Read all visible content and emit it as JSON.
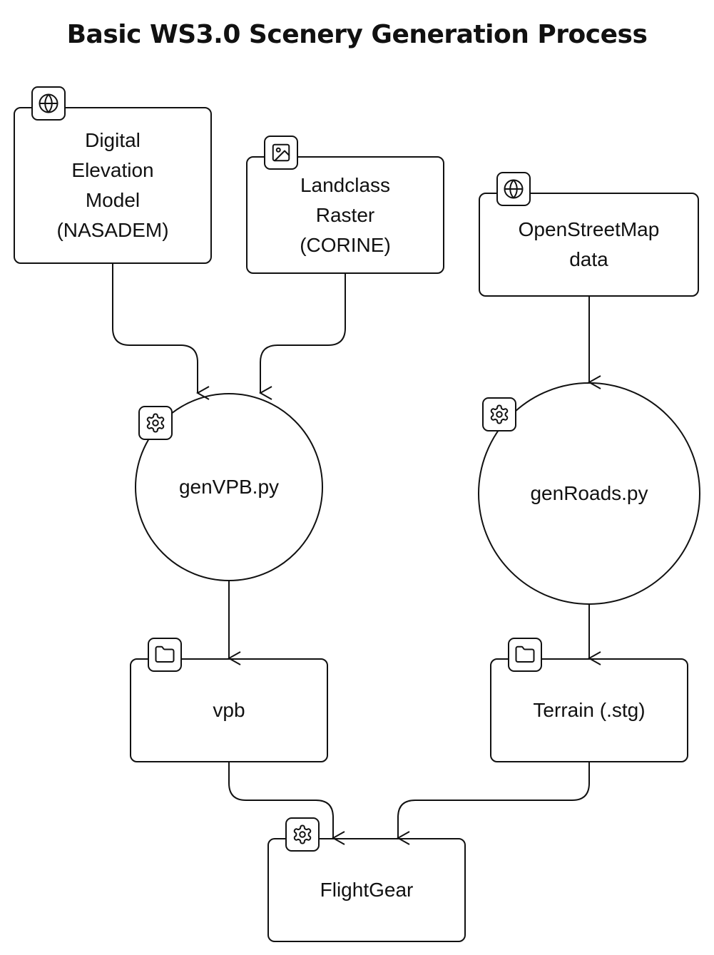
{
  "title": "Basic WS3.0 Scenery Generation Process",
  "nodes": {
    "dem": {
      "label": "Digital\nElevation\nModel\n(NASADEM)",
      "icon": "globe-icon"
    },
    "landclass": {
      "label": "Landclass\nRaster\n(CORINE)",
      "icon": "image-icon"
    },
    "osm": {
      "label": "OpenStreetMap\ndata",
      "icon": "globe-icon"
    },
    "genvpb": {
      "label": "genVPB.py",
      "icon": "gear-icon"
    },
    "genroads": {
      "label": "genRoads.py",
      "icon": "gear-icon"
    },
    "vpb": {
      "label": "vpb",
      "icon": "folder-icon"
    },
    "terrain": {
      "label": "Terrain (.stg)",
      "icon": "folder-icon"
    },
    "flightgear": {
      "label": "FlightGear",
      "icon": "gear-icon"
    }
  },
  "edges": [
    {
      "from": "Digital Elevation Model (NASADEM)",
      "to": "genVPB.py"
    },
    {
      "from": "Landclass Raster (CORINE)",
      "to": "genVPB.py"
    },
    {
      "from": "OpenStreetMap data",
      "to": "genRoads.py"
    },
    {
      "from": "genVPB.py",
      "to": "vpb"
    },
    {
      "from": "genRoads.py",
      "to": "Terrain (.stg)"
    },
    {
      "from": "vpb",
      "to": "FlightGear"
    },
    {
      "from": "Terrain (.stg)",
      "to": "FlightGear"
    }
  ]
}
